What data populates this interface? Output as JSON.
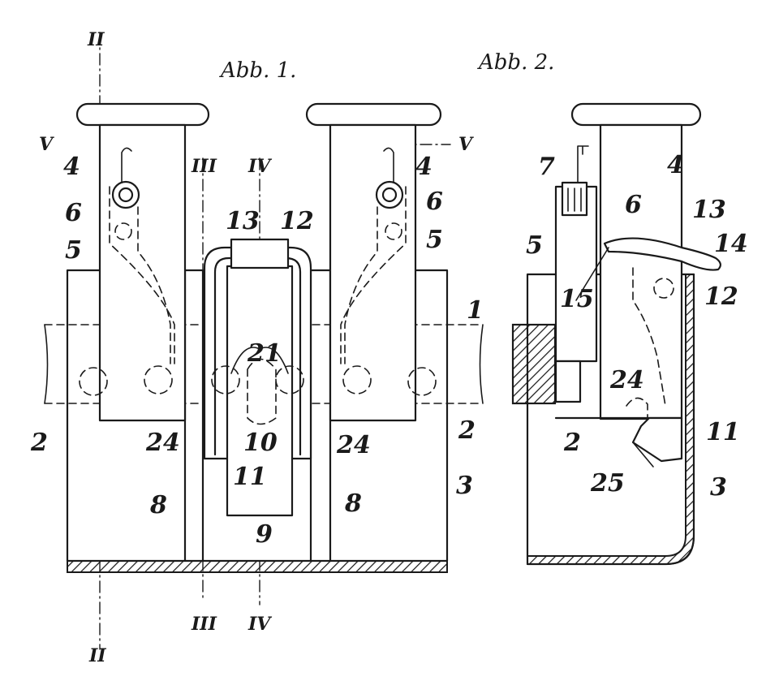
{
  "figures": {
    "fig1": {
      "caption": "Abb. 1."
    },
    "fig2": {
      "caption": "Abb. 2."
    }
  },
  "section_marks": {
    "II": "II",
    "III": "III",
    "IV": "IV",
    "V": "V"
  },
  "labels": {
    "n1": "1",
    "n2": "2",
    "n3": "3",
    "n4": "4",
    "n5": "5",
    "n6": "6",
    "n7": "7",
    "n8": "8",
    "n9": "9",
    "n10": "10",
    "n11": "11",
    "n12": "12",
    "n13": "13",
    "n14": "14",
    "n15": "15",
    "n21": "21",
    "n24": "24",
    "n25": "25"
  }
}
